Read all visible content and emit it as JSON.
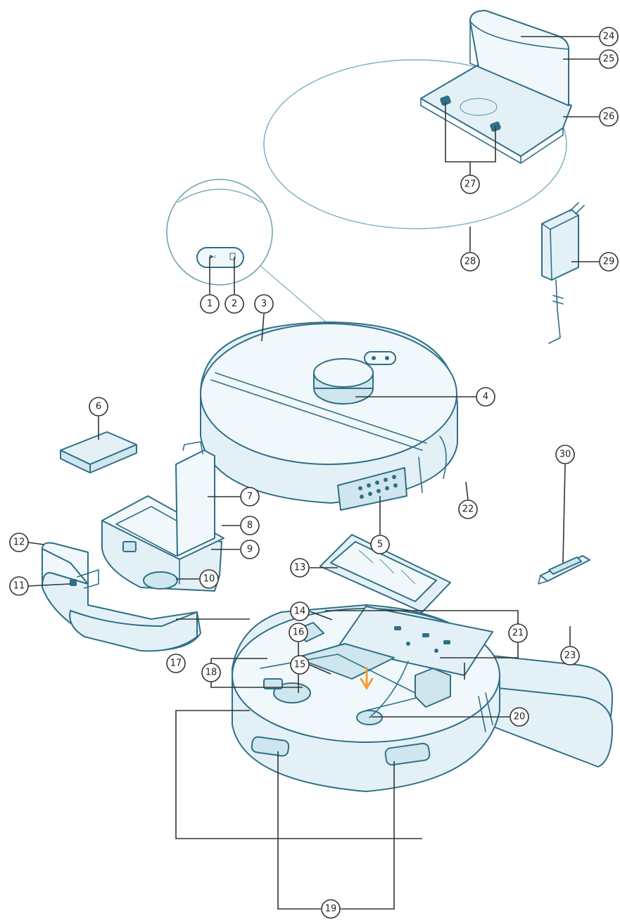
{
  "callouts": [
    {
      "id": "1",
      "label": "1"
    },
    {
      "id": "2",
      "label": "2"
    },
    {
      "id": "3",
      "label": "3"
    },
    {
      "id": "4",
      "label": "4"
    },
    {
      "id": "5",
      "label": "5"
    },
    {
      "id": "6",
      "label": "6"
    },
    {
      "id": "7",
      "label": "7"
    },
    {
      "id": "8",
      "label": "8"
    },
    {
      "id": "9",
      "label": "9"
    },
    {
      "id": "10",
      "label": "10"
    },
    {
      "id": "11",
      "label": "11"
    },
    {
      "id": "12",
      "label": "12"
    },
    {
      "id": "13",
      "label": "13"
    },
    {
      "id": "14",
      "label": "14"
    },
    {
      "id": "15",
      "label": "15"
    },
    {
      "id": "16",
      "label": "16"
    },
    {
      "id": "17",
      "label": "17"
    },
    {
      "id": "18",
      "label": "18"
    },
    {
      "id": "19",
      "label": "19"
    },
    {
      "id": "20",
      "label": "20"
    },
    {
      "id": "21",
      "label": "21"
    },
    {
      "id": "22",
      "label": "22"
    },
    {
      "id": "23",
      "label": "23"
    },
    {
      "id": "24",
      "label": "24"
    },
    {
      "id": "25",
      "label": "25"
    },
    {
      "id": "26",
      "label": "26"
    },
    {
      "id": "27",
      "label": "27"
    },
    {
      "id": "28",
      "label": "28"
    },
    {
      "id": "29",
      "label": "29"
    },
    {
      "id": "30",
      "label": "30"
    }
  ],
  "colors": {
    "outline": "#2f6f88",
    "fill": "#e3f1f7",
    "accent_arrow": "#f0a030"
  }
}
